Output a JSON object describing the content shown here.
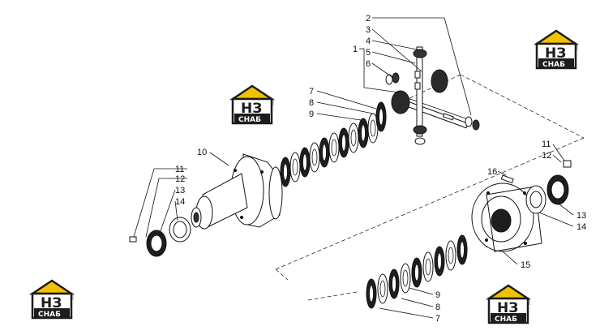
{
  "logo": {
    "mark": "НЗ",
    "word": "СНАБ",
    "colors": {
      "yellow": "#f2c200",
      "dark": "#1c1c1c",
      "shadow": "#cfcfcf",
      "white": "#ffffff"
    }
  },
  "callouts": {
    "c1": "1",
    "c2": "2",
    "c3": "3",
    "c4": "4",
    "c5": "5",
    "c6": "6",
    "c7": "7",
    "c8": "8",
    "c9": "9",
    "c10": "10",
    "c11a": "11",
    "c12a": "12",
    "c13a": "13",
    "c14a": "14",
    "c16": "16",
    "c11b": "11",
    "c12b": "12",
    "c13b": "13",
    "c14b": "14",
    "c15": "15",
    "c9b": "9",
    "c8b": "8",
    "c7b": "7"
  }
}
